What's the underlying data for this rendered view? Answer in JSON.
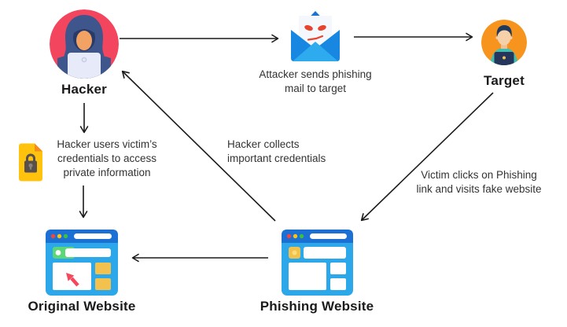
{
  "diagram": {
    "background": "#ffffff",
    "nodes": {
      "hacker": {
        "label": "Hacker",
        "icon": "hacker-avatar-icon",
        "accent": "#f4455e"
      },
      "phishing_email": {
        "caption": "Attacker sends phishing\nmail to target",
        "icon": "angry-envelope-icon",
        "accent": "#1787e2"
      },
      "target": {
        "label": "Target",
        "icon": "target-user-avatar-icon",
        "accent": "#f7941e"
      },
      "credentials_document": {
        "caption": "Hacker users victim’s\ncredentials to access\nprivate information",
        "icon": "locked-document-icon",
        "accent": "#ffc20d"
      },
      "original_website": {
        "label": "Original Website",
        "icon": "browser-window-cursor-icon",
        "accent": "#2ba7ea"
      },
      "phishing_website": {
        "label": "Phishing Website",
        "icon": "browser-window-icon",
        "accent": "#2ba7ea"
      }
    },
    "annotations": {
      "hacker_collects": "Hacker collects\nimportant credentials",
      "victim_clicks": "Victim clicks on Phishing\nlink and visits fake website"
    },
    "arrows": [
      {
        "name": "hacker-to-email",
        "from": "hacker",
        "to": "phishing_email"
      },
      {
        "name": "email-to-target",
        "from": "phishing_email",
        "to": "target"
      },
      {
        "name": "target-to-phishing-website",
        "from": "target",
        "to": "phishing_website"
      },
      {
        "name": "phishing-website-to-hacker",
        "from": "phishing_website",
        "to": "hacker"
      },
      {
        "name": "hacker-to-credentials",
        "from": "hacker",
        "to": "credentials_document"
      },
      {
        "name": "credentials-to-original-website",
        "from": "credentials_document",
        "to": "original_website"
      },
      {
        "name": "phishing-website-to-original-website",
        "from": "phishing_website",
        "to": "original_website"
      }
    ],
    "colors": {
      "arrow": "#1a1a1a",
      "label_text": "#1a1a1a",
      "caption_text": "#333333"
    }
  }
}
